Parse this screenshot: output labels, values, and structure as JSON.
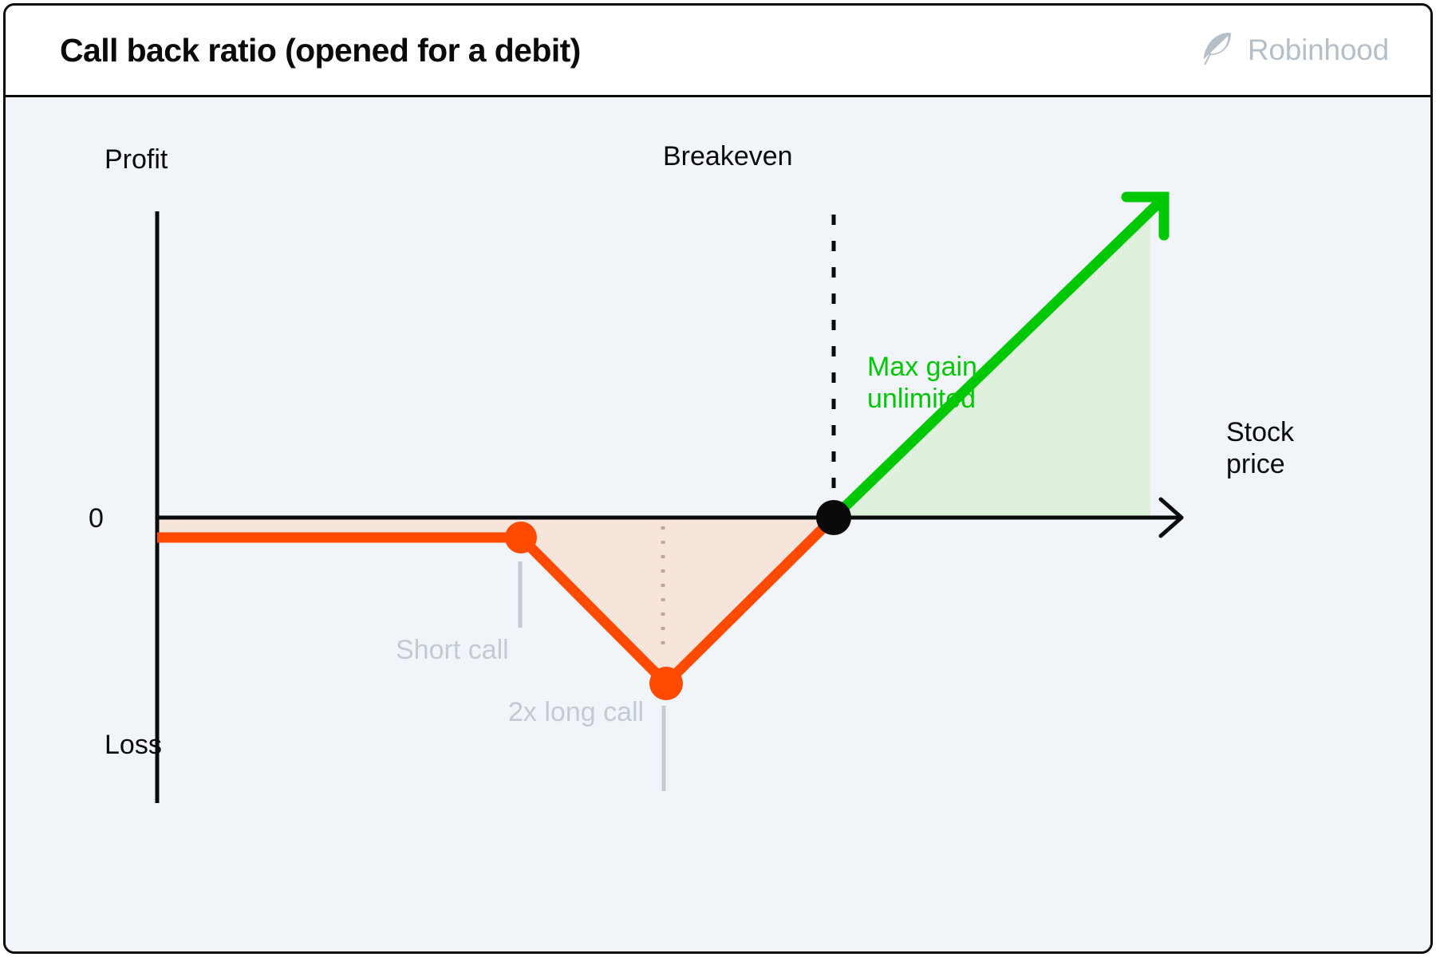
{
  "header": {
    "title": "Call back ratio (opened for a debit)",
    "brand_name": "Robinhood",
    "brand_icon": "feather-icon"
  },
  "colors": {
    "background": "#f1f5f9",
    "header_background": "#ffffff",
    "border": "#0b0b0b",
    "loss_line": "#ff4a00",
    "loss_fill": "#f7e5dc",
    "gain_line": "#00c805",
    "gain_fill": "#dff0dd",
    "axis": "#0a0a0a",
    "muted_text": "#c3cbd2",
    "brand_text": "#b4bfc9",
    "breakeven_dot": "#0a0a0a"
  },
  "chart_data": {
    "type": "line",
    "title": "Call back ratio (opened for a debit)",
    "xlabel": "Stock price",
    "ylabel": "Profit",
    "y_axis_labels": {
      "top": "Profit",
      "zero": "0",
      "bottom": "Loss"
    },
    "grid": false,
    "legend": false,
    "annotations": [
      {
        "name": "breakeven",
        "label": "Breakeven",
        "marker": "dashed-vertical-line",
        "x": 1038,
        "y": 642
      },
      {
        "name": "max-gain",
        "label": "Max gain unlimited",
        "color": "#00c805"
      },
      {
        "name": "short-call",
        "label": "Short call",
        "marker": "orange-dot",
        "x": 646,
        "y": 665
      },
      {
        "name": "long-call",
        "label": "2x long call",
        "marker": "orange-dot",
        "x": 828,
        "y": 850
      }
    ],
    "series": [
      {
        "name": "Loss segment",
        "color": "#ff4a00",
        "points": [
          {
            "x": 190,
            "y": 667
          },
          {
            "x": 646,
            "y": 667
          },
          {
            "x": 828,
            "y": 850
          },
          {
            "x": 1038,
            "y": 642
          }
        ]
      },
      {
        "name": "Gain segment",
        "color": "#00c805",
        "points": [
          {
            "x": 1038,
            "y": 642
          },
          {
            "x": 1448,
            "y": 240
          }
        ],
        "arrow": true
      }
    ],
    "axes": {
      "y_axis": {
        "x": 190,
        "y_top": 258,
        "y_bottom": 1000
      },
      "x_axis": {
        "y": 642,
        "x_left": 190,
        "x_right": 1487,
        "arrow": true
      }
    }
  }
}
